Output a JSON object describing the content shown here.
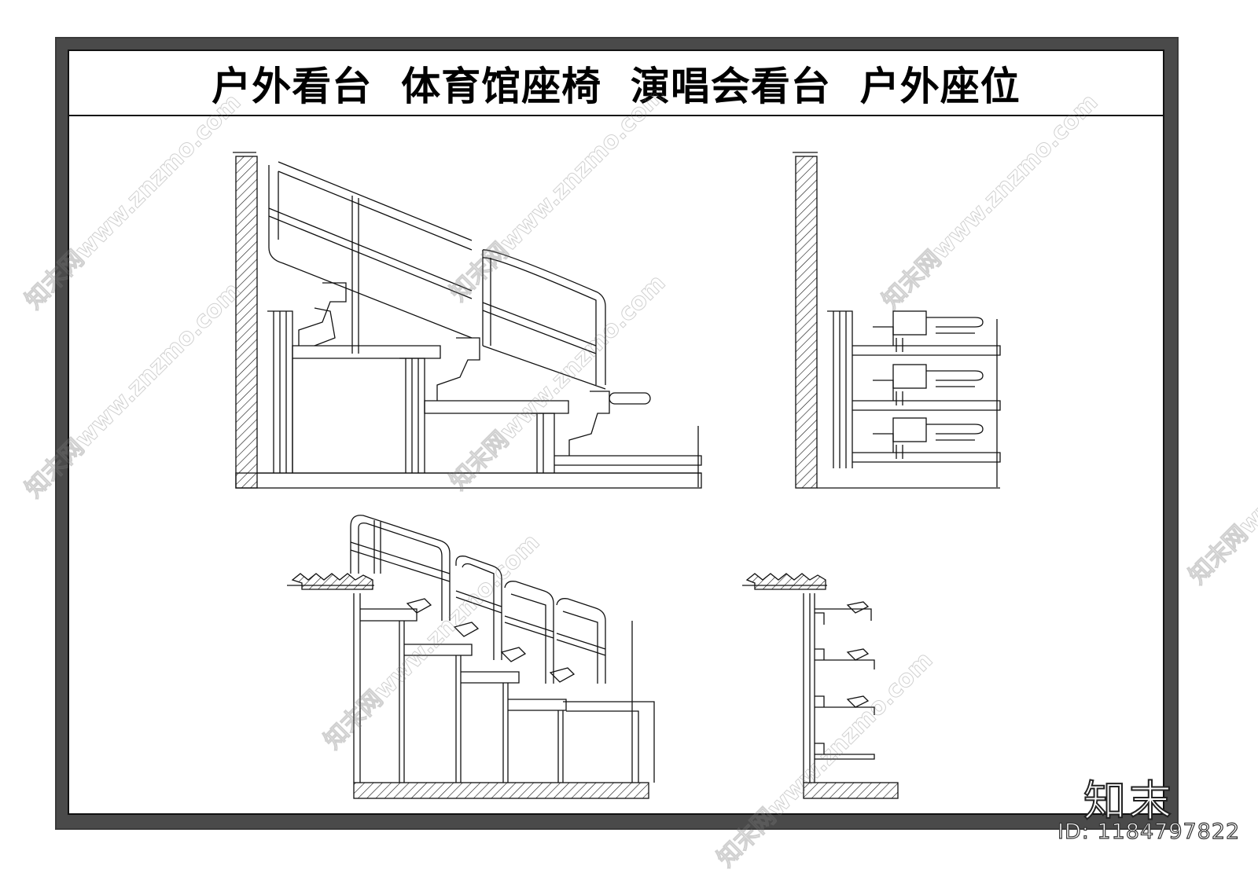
{
  "title": "户外看台  体育馆座椅  演唱会看台  户外座位",
  "watermark": {
    "text": "知末网www.znzmo.com"
  },
  "brand": {
    "logo_text": "知末",
    "id_label": "ID: 1184797822"
  },
  "colors": {
    "frame": "#4a4a4a",
    "line": "#111111",
    "background": "#ffffff"
  }
}
